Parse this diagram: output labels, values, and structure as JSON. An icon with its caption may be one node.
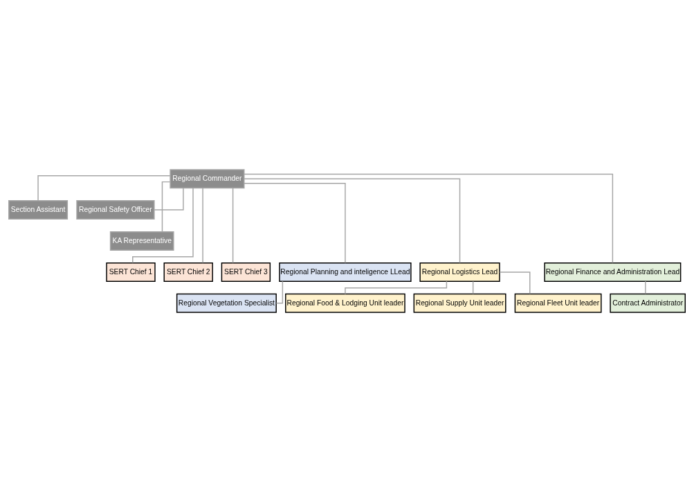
{
  "diagram": {
    "nodes": [
      {
        "text": [
          "Regional Commander"
        ]
      },
      {
        "text": [
          "Section Assistant"
        ]
      },
      {
        "text": [
          "Regional Safety Officer"
        ]
      },
      {
        "text": [
          "KA Representative"
        ]
      },
      {
        "text": [
          "SERT Chief 1"
        ]
      },
      {
        "text": [
          "SERT Chief 2"
        ]
      },
      {
        "text": [
          "SERT Chief 3"
        ]
      },
      {
        "text": [
          "Regional Planning and inteligence LLead"
        ]
      },
      {
        "text": [
          "Regional Logistics Lead"
        ]
      },
      {
        "text": [
          "Regional Finance and Administration Lead"
        ]
      },
      {
        "text": [
          "Regional Vegetation Specialist"
        ]
      },
      {
        "text": [
          "Regional Food & Lodging Unit leader"
        ]
      },
      {
        "text": [
          "Regional Supply Unit leader"
        ]
      },
      {
        "text": [
          "Regional Fleet Unit leader"
        ]
      },
      {
        "text": [
          "Contract Administrator"
        ]
      }
    ],
    "edges": [
      {
        "from": 0,
        "to": 1,
        "arrow": "none"
      },
      {
        "from": 0,
        "to": 2,
        "arrow": "none"
      },
      {
        "from": 0,
        "to": 3,
        "arrow": "none"
      },
      {
        "from": 0,
        "to": 4,
        "arrow": "none"
      },
      {
        "from": 0,
        "to": 5,
        "arrow": "none"
      },
      {
        "from": 0,
        "to": 6,
        "arrow": "none"
      },
      {
        "from": 0,
        "to": 7,
        "arrow": "none"
      },
      {
        "from": 0,
        "to": 8,
        "arrow": "none"
      },
      {
        "from": 0,
        "to": 9,
        "arrow": "none"
      },
      {
        "from": 7,
        "to": 10,
        "arrow": "none"
      },
      {
        "from": 8,
        "to": 11,
        "arrow": "none"
      },
      {
        "from": 8,
        "to": 12,
        "arrow": "none"
      },
      {
        "from": 8,
        "to": 13,
        "arrow": "none"
      },
      {
        "from": 9,
        "to": 14,
        "arrow": "none"
      }
    ]
  }
}
